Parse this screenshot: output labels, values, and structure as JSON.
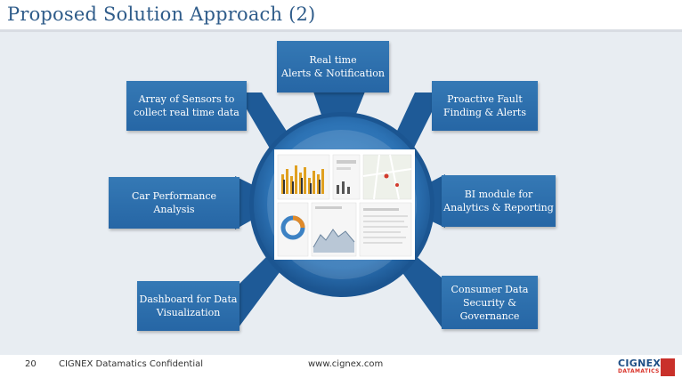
{
  "slide": {
    "title": "Proposed Solution Approach (2)"
  },
  "boxes": {
    "top": "Real time\nAlerts & Notification",
    "left_top": "Array of Sensors to\ncollect real time data",
    "right_top": "Proactive Fault\nFinding & Alerts",
    "left_mid": "Car Performance\nAnalysis",
    "right_mid": "BI module for\nAnalytics & Reporting",
    "left_bottom": "Dashboard for Data\nVisualization",
    "right_bottom": "Consumer Data\nSecurity &\nGovernance"
  },
  "footer": {
    "page_number": "20",
    "confidential": "CIGNEX Datamatics Confidential",
    "url": "www.cignex.com",
    "logo_brand": "CIGNEX",
    "logo_sub": "DATAMATICS"
  },
  "colors": {
    "accent_blue": "#2b6eaf",
    "ring_outer": "#1d5a98",
    "ring_inner": "#3b86c8",
    "background": "#e8edf2"
  }
}
